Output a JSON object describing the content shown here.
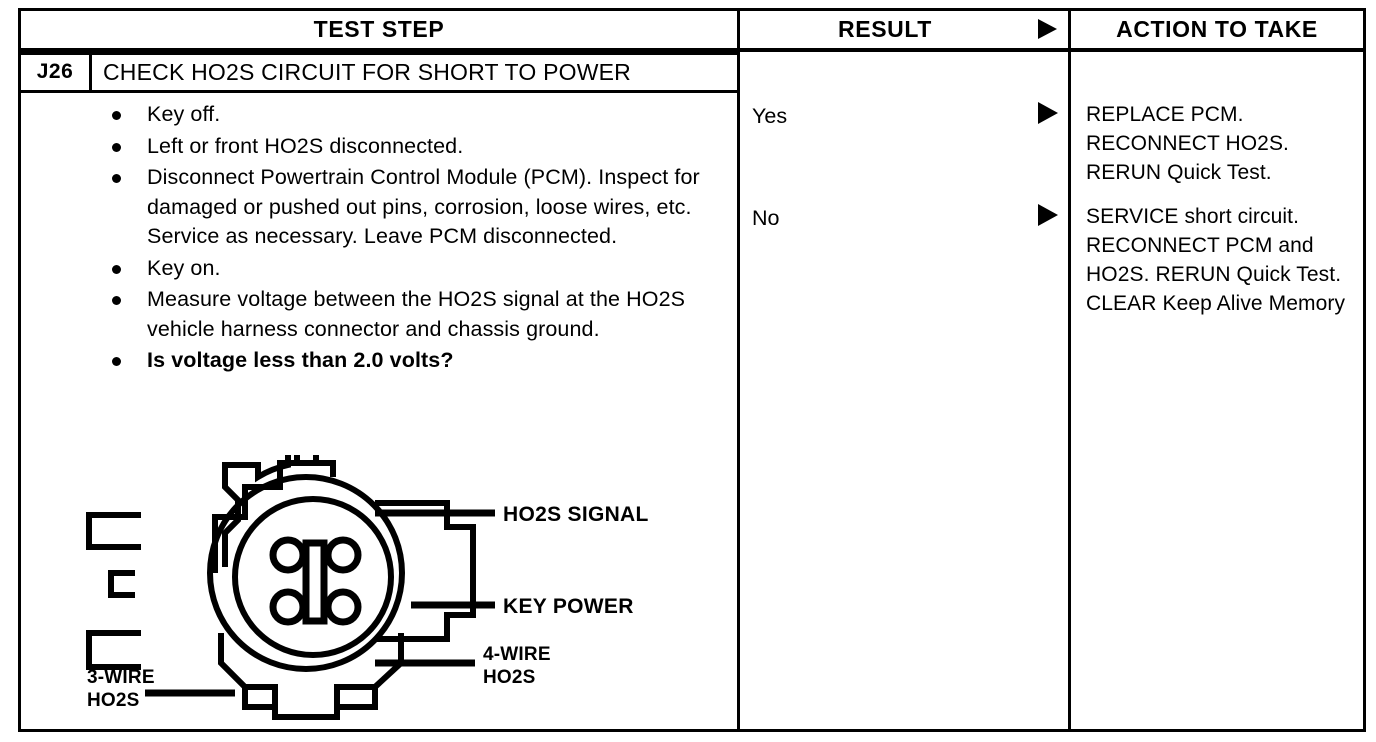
{
  "table": {
    "headers": {
      "test_step": "TEST STEP",
      "result": "RESULT",
      "action": "ACTION TO TAKE",
      "result_arrow_icon": "right-triangle-icon"
    },
    "step": {
      "id": "J26",
      "title": "CHECK HO2S CIRCUIT FOR SHORT TO POWER",
      "instructions": [
        {
          "text": "Key off.",
          "bold": false
        },
        {
          "text": "Left or front HO2S disconnected.",
          "bold": false
        },
        {
          "text": "Disconnect Powertrain Control Module (PCM). Inspect for damaged or pushed out pins, corrosion, loose wires, etc. Service as necessary. Leave PCM disconnected.",
          "bold": false
        },
        {
          "text": "Key on.",
          "bold": false
        },
        {
          "text": "Measure voltage between the HO2S signal at the HO2S vehicle harness connector and chassis ground.",
          "bold": false
        },
        {
          "text": "Is voltage less than 2.0 volts?",
          "bold": true
        }
      ]
    },
    "branches": [
      {
        "result": "Yes",
        "arrow_icon": "right-triangle-icon",
        "action": "REPLACE PCM. RECONNECT HO2S. RERUN Quick Test."
      },
      {
        "result": "No",
        "arrow_icon": "right-triangle-icon",
        "action": "SERVICE short circuit. RECONNECT PCM and HO2S. RERUN Quick Test. CLEAR Keep Alive Memory"
      }
    ]
  },
  "diagram": {
    "name": "ho2s-connector-pinout-diagram",
    "labels": {
      "signal": "HO2S SIGNAL",
      "key_power": "KEY POWER",
      "four_wire_line1": "4-WIRE",
      "four_wire_line2": "HO2S",
      "three_wire_line1": "3-WIRE",
      "three_wire_line2": "HO2S"
    }
  },
  "colors": {
    "ink": "#000000",
    "paper": "#ffffff"
  }
}
